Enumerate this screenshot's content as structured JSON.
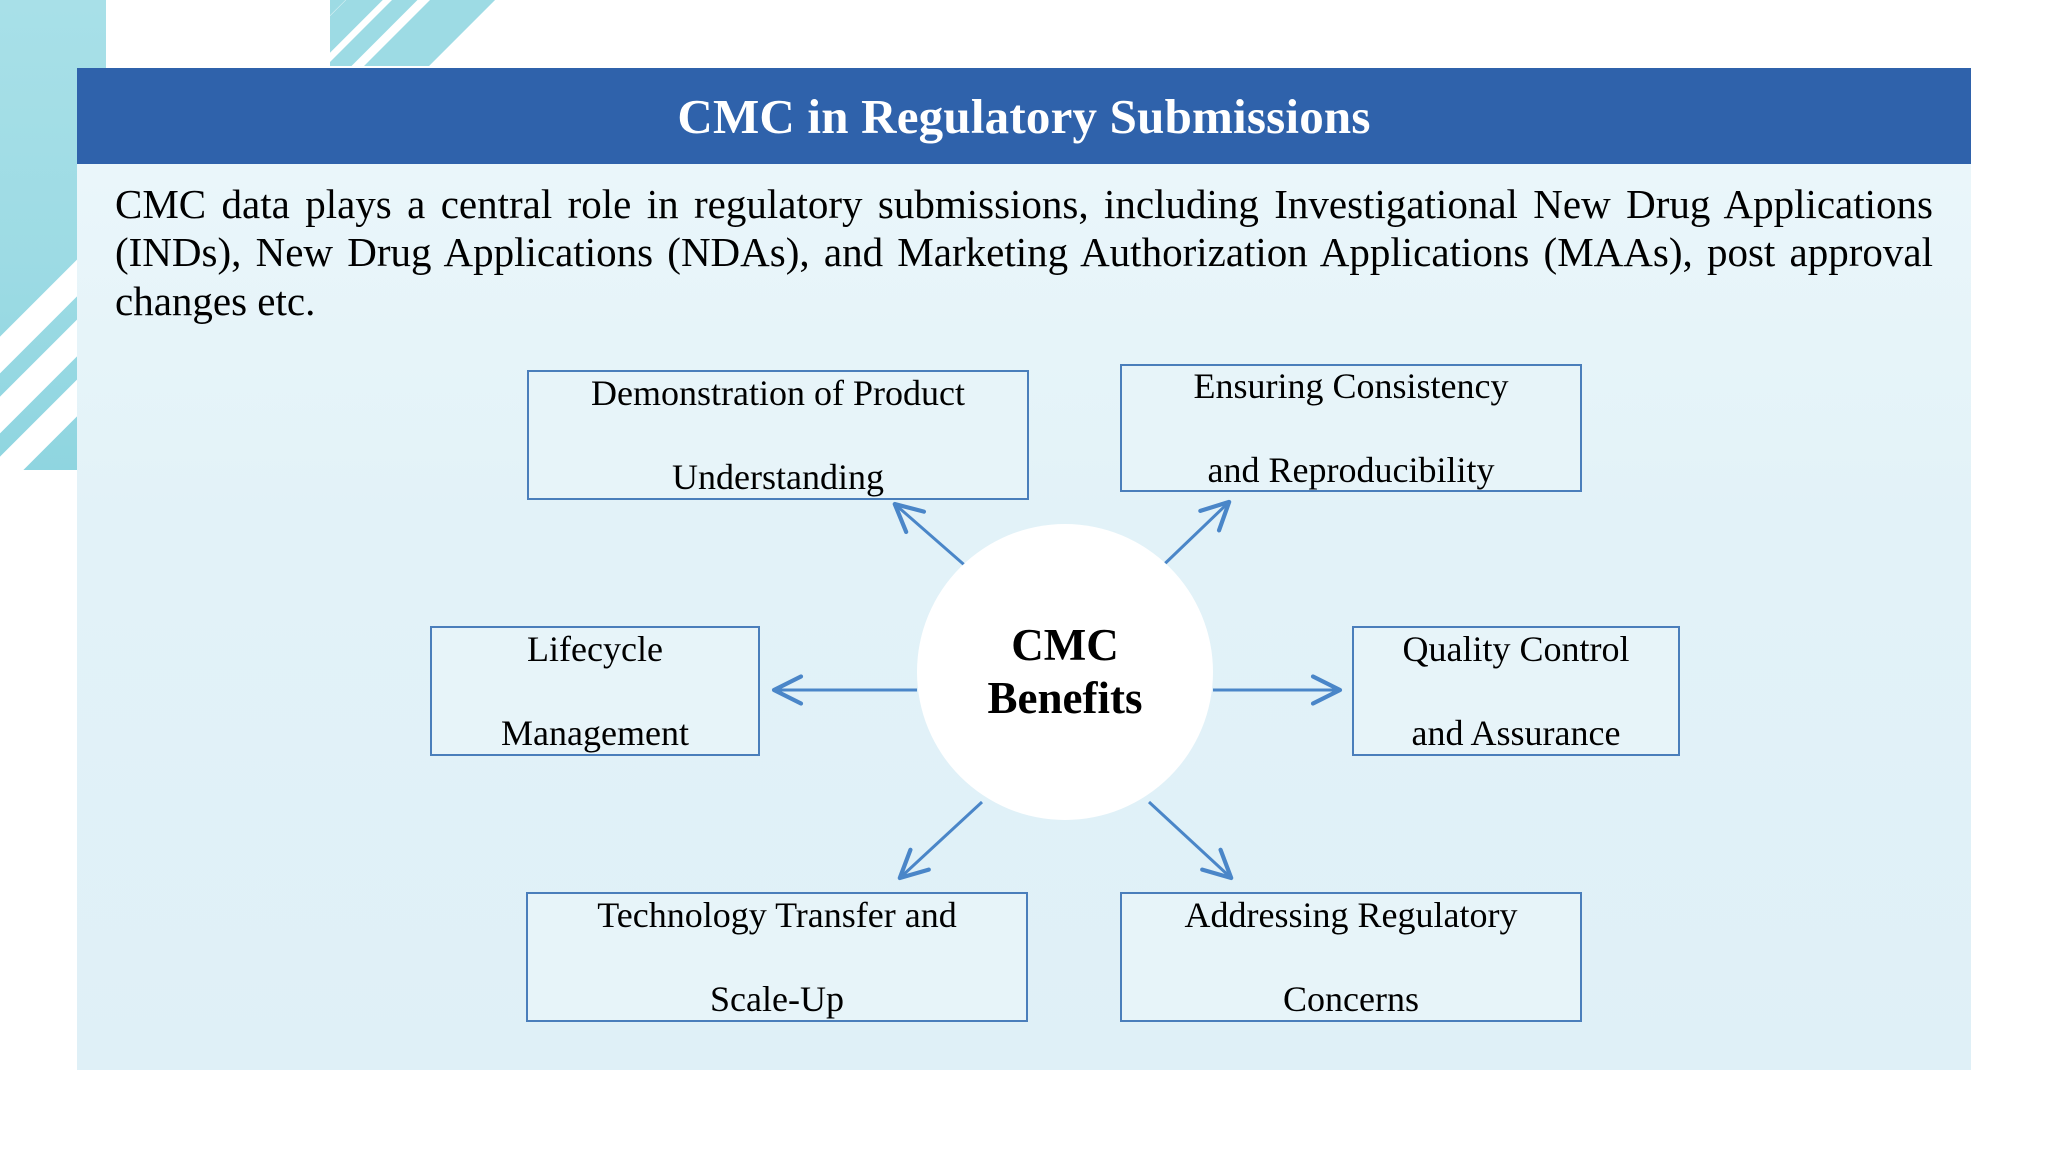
{
  "slide": {
    "title": "CMC in Regulatory Submissions",
    "body_text": "CMC data plays a central role in regulatory submissions, including Investigational New Drug Applications (INDs), New Drug Applications (NDAs), and Marketing Authorization Applications (MAAs), post approval changes etc."
  },
  "colors": {
    "title_bar": "#2f62ab",
    "title_text": "#ffffff",
    "panel_background": "#e2f2f8",
    "node_border": "#4a7ebb",
    "node_fill": "#e7f4f9",
    "arrow": "#4a86c8",
    "decor_teal": "#9ddbe4",
    "center_fill": "#ffffff",
    "body_text": "#000000"
  },
  "diagram": {
    "type": "radial-hub-and-spoke",
    "center": {
      "line1": "CMC",
      "line2": "Benefits"
    },
    "nodes": [
      {
        "id": "top-left",
        "line1": "Demonstration of Product",
        "line2": "Understanding",
        "position": "upper-left",
        "arrow_direction": "outward"
      },
      {
        "id": "top-right",
        "line1": "Ensuring Consistency",
        "line2": "and Reproducibility",
        "position": "upper-right",
        "arrow_direction": "outward"
      },
      {
        "id": "mid-left",
        "line1": "Lifecycle",
        "line2": "Management",
        "position": "left",
        "arrow_direction": "outward"
      },
      {
        "id": "mid-right",
        "line1": "Quality Control",
        "line2": "and Assurance",
        "position": "right",
        "arrow_direction": "outward"
      },
      {
        "id": "bot-left",
        "line1": "Technology Transfer and",
        "line2": "Scale-Up",
        "position": "lower-left",
        "arrow_direction": "outward"
      },
      {
        "id": "bot-right",
        "line1": "Addressing Regulatory",
        "line2": "Concerns",
        "position": "lower-right",
        "arrow_direction": "outward"
      }
    ]
  }
}
